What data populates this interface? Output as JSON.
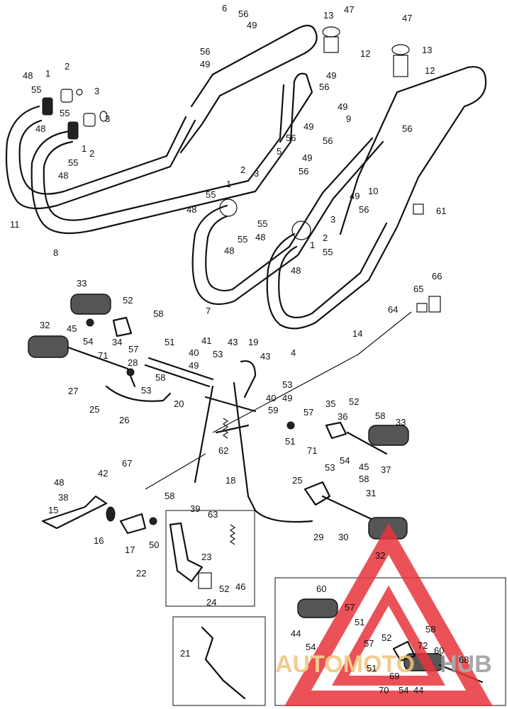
{
  "watermark": {
    "brand_left": "AUTOMOTO",
    "brand_right": "HUB",
    "left_color": "#f2c27a",
    "right_color": "#9a9a9a",
    "triangle_color": "#e8343c"
  },
  "callouts": {
    "c6": "6",
    "c56a": "56",
    "c49a": "49",
    "c56b": "56",
    "c49b": "49",
    "c13a": "13",
    "c47a": "47",
    "c12a": "12",
    "c47b": "47",
    "c13b": "13",
    "c12b": "12",
    "c49c": "49",
    "c56c": "56",
    "c49d": "49",
    "c48a": "48",
    "c1a": "1",
    "c2a": "2",
    "c3a": "3",
    "c55a": "55",
    "c55b": "55",
    "c48b": "48",
    "c3b": "3",
    "c1b": "1",
    "c2b": "2",
    "c55c": "55",
    "c48c": "48",
    "c56d": "56",
    "c9": "9",
    "c49e": "49",
    "c56e": "56",
    "c5": "5",
    "c49f": "49",
    "c56f": "56",
    "c56g": "56",
    "c49g": "49",
    "c10": "10",
    "c56h": "56",
    "c61": "61",
    "c11": "11",
    "c8": "8",
    "c1c": "1",
    "c2c": "2",
    "c3c": "3",
    "c55d": "55",
    "c48d": "48",
    "c55e": "55",
    "c48e": "48",
    "c3d": "3",
    "c55f": "55",
    "c48f": "48",
    "c2d": "2",
    "c1d": "1",
    "c55g": "55",
    "c48g": "48",
    "c7": "7",
    "c4": "4",
    "c33a": "33",
    "c52a": "52",
    "c58a": "58",
    "c45a": "45",
    "c54a": "54",
    "c71a": "71",
    "c34": "34",
    "c57a": "57",
    "c51a": "51",
    "c32a": "32",
    "c28": "28",
    "c58b": "58",
    "c53a": "53",
    "c27": "27",
    "c25a": "25",
    "c26": "26",
    "c20": "20",
    "c41": "41",
    "c43a": "43",
    "c19": "19",
    "c40a": "40",
    "c53b": "53",
    "c43b": "43",
    "c49h": "49",
    "c53c": "53",
    "c40b": "40",
    "c49i": "49",
    "c59": "59",
    "c14": "14",
    "c64": "64",
    "c65": "65",
    "c66": "66",
    "c35": "35",
    "c36": "36",
    "c52b": "52",
    "c58c": "58",
    "c57b": "57",
    "c33b": "33",
    "c51b": "51",
    "c71b": "71",
    "c54b": "54",
    "c45b": "45",
    "c37": "37",
    "c62": "62",
    "c18": "18",
    "c67": "67",
    "c42": "42",
    "c48h": "48",
    "c38": "38",
    "c58d": "58",
    "c15": "15",
    "c16": "16",
    "c17": "17",
    "c50": "50",
    "c25b": "25",
    "c53d": "53",
    "c58e": "58",
    "c31": "31",
    "c29": "29",
    "c30": "30",
    "c32b": "32",
    "c39": "39",
    "c63": "63",
    "c23": "23",
    "c22": "22",
    "c52c": "52",
    "c46": "46",
    "c24": "24",
    "c21": "21",
    "c60a": "60",
    "c57c": "57",
    "c51c": "51",
    "c44a": "44",
    "c54c": "54",
    "c52d": "52",
    "c58f": "58",
    "c57d": "57",
    "c72": "72",
    "c60b": "60",
    "c51d": "51",
    "c68": "68",
    "c69": "69",
    "c70": "70",
    "c54d": "54",
    "c44b": "44"
  }
}
